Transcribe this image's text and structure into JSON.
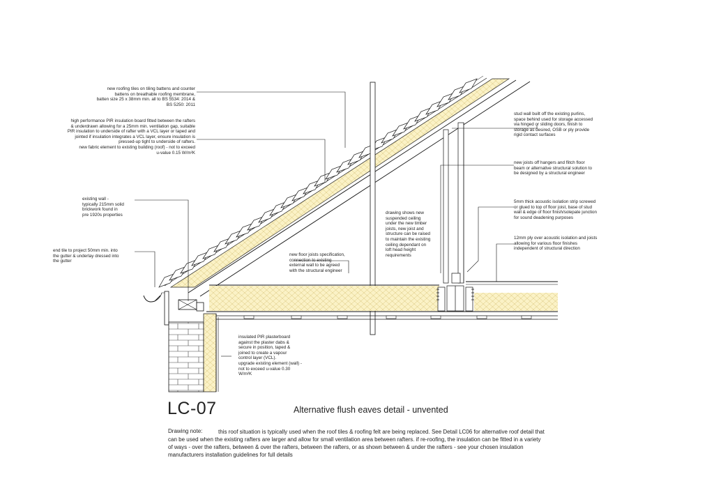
{
  "colors": {
    "line": "#111111",
    "insulation_fill": "#fbf2c6",
    "insulation_line": "#d8c47a",
    "brick_fill": "#ffffff",
    "timber_fill": "#ffffff"
  },
  "callouts": {
    "roof_tiles": "new roofing tiles on tiling battens and counter\nbattens on breathable roofing membrane,\nbatten size 25 x 38mm min. all to BS 5534: 2014 &\nBS 5250: 2011",
    "pir_board": "high performance PIR insulation board fitted between the rafters\n& underdrawn allowing for a 25mm min. ventilation gap, suitable\nPIR insulation to underside of rafter with a VCL layer or taped and\njointed if insulation integrates a VCL layer, ensure insulation is\npressed-up tight to underside of rafters.\nnew fabric element to existing building (roof) - not to exceed\nu-value 0.15 W/m²K",
    "existing_wall": "existing wall -\ntypically 215mm solid\nbrickwork found in\npre 1920s properties",
    "end_tile": "end tile to project 50mm min. into\nthe gutter & underlay dressed into\nthe gutter",
    "floor_joists": "new floor joists specification,\nconnection to existing\nexternal wall to be agreed\nwith the structural engineer",
    "suspended_ceiling": "drawing shows new\nsuspended ceiling\nunder the new timber\njoists, new joist and\nstructure can be raised\nto maintain the existing\nceiling dependant on\nloft head height\nrequirements",
    "plasterboard": "insulated PIR plasterboard\nagainst the plaster dabs &\nsecure in position, taped &\njoined to create a vapour\ncontrol layer (VCL).\nupgrade existing element (wall) -\nnot to exceed u-value 0.30\nW/m²K",
    "stud_wall": "stud wall built off the existing purlins,\nspace behind used for storage accessed\nvia hinged or sliding doors, finish to\nstorage as desired, OSB or ply provide\nrigid contact surfaces",
    "hangers": "new joists off hangers and flitch floor\nbeam or alternative structural solution to\nbe designed by a structural engineer",
    "acoustic_strip": "5mm thick acoustic isolation strip screwed\nor glued to top of floor joist, base of stud\nwall & edge of floor finish/solepate junction\nfor sound deadening purposes",
    "ply_over": "12mm ply over acoustic isolation and joists\nallowing for various floor finishes\nindependent of structural direction"
  },
  "footer": {
    "code": "LC-07",
    "title": "Alternative flush eaves detail - unvented",
    "note_label": "Drawing note:",
    "note_text": "this roof situation is typically used when the roof tiles & roofing felt are being replaced. See Detail LC06 for alternative roof detail that can be used when the existing rafters are larger and allow for small ventilation area between rafters. if re-roofing, the insulation can be fitted in a variety of ways - over the rafters, between & over the rafters, between the rafters, or as shown between & under the rafters - see your chosen insulation manufacturers installation guidelines for full details"
  }
}
